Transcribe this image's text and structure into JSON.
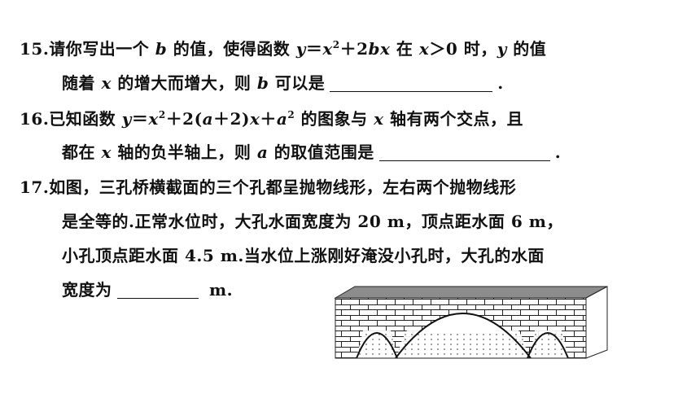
{
  "q15": {
    "number": "15.",
    "line1_a": "请你写出一个 ",
    "var_b": "b",
    "line1_b": " 的值，使得函数 ",
    "formula_y": "y",
    "formula_eq": "＝",
    "formula_x": "x",
    "sup2": "2",
    "formula_plus2b": "＋2",
    "formula_bx": "bx",
    "line1_c": " 在 ",
    "cond": "x",
    "cond_gt": "＞0 时，",
    "line1_d_y": "y",
    "line1_e": " 的值",
    "line2_a": "随着 ",
    "line2_x": "x",
    "line2_b": " 的增大而增大，则 ",
    "line2_bvar": "b",
    "line2_c": " 可以是",
    "end": "."
  },
  "q16": {
    "number": "16.",
    "line1_a": "已知函数 ",
    "y": "y",
    "eq": "＝",
    "x": "x",
    "sup2": "2",
    "p1": "＋2(",
    "a1": "a",
    "p2": "＋2)",
    "x2": "x",
    "p3": "＋",
    "a2": "a",
    "sup2b": "2",
    "line1_b": " 的图象与 ",
    "x3": "x",
    "line1_c": " 轴有两个交点，且",
    "line2_a": "都在 ",
    "x4": "x",
    "line2_b": " 轴的负半轴上，则 ",
    "a3": "a",
    "line2_c": " 的取值范围是",
    "end": "."
  },
  "q17": {
    "number": "17.",
    "line1": "如图，三孔桥横截面的三个孔都呈抛物线形，左右两个抛物线形",
    "line2": "是全等的.正常水位时，大孔水面宽度为 20 m，顶点距水面 6 m，",
    "line3": "小孔顶点距水面 4.5 m.当水位上涨刚好淹没小孔时，大孔的水面",
    "line4_a": "宽度为",
    "line4_b": " m."
  }
}
